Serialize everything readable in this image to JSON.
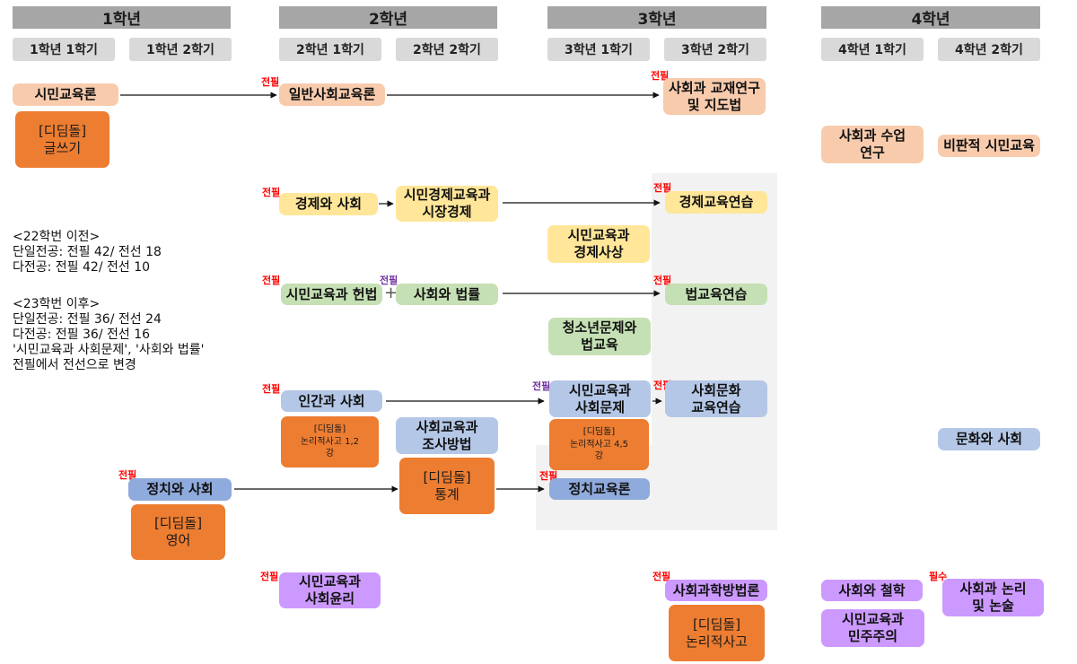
{
  "years": [
    "1학년",
    "2학년",
    "3학년",
    "4학년"
  ],
  "semesters": [
    "1학년 1학기",
    "1학년 2학기",
    "2학년 1학기",
    "2학년 2학기",
    "3학년 1학기",
    "3학년 2학기",
    "4학년 1학기",
    "4학년 2학기"
  ],
  "courses": {
    "c1": "시민교육론",
    "c2": "[디딤돌]\n글쓰기",
    "c3": "일반사회교육론",
    "c4": "사회과 교재연구\n및 지도법",
    "c5": "사회과 수업\n연구",
    "c6": "비판적 시민교육",
    "c7": "경제와 사회",
    "c8": "시민경제교육과\n시장경제",
    "c9": "경제교육연습",
    "c10": "시민교육과\n경제사상",
    "c11": "시민교육과 헌법",
    "c12": "사회와 법률",
    "c13": "법교육연습",
    "c14": "청소년문제와\n법교육",
    "c15": "인간과 사회",
    "c16": "[디딤돌]\n논리적사고 1,2\n강",
    "c17": "사회교육과\n조사방법",
    "c18": "시민교육과\n사회문제",
    "c19": "[디딤돌]\n논리적사고 4,5\n강",
    "c20": "사회문화\n교육연습",
    "c21": "문화와 사회",
    "c22": "정치와 사회",
    "c23": "[디딤돌]\n영어",
    "c24": "[디딤돌]\n통계",
    "c25": "정치교육론",
    "c26": "시민교육과\n사회윤리",
    "c27": "사회과학방법론",
    "c28": "[디딤돌]\n논리적사고",
    "c29": "사회와 철학",
    "c30": "시민교육과\n민주주의",
    "c31": "사회과 논리\n및 논술"
  },
  "tags": {
    "jp": "전필",
    "req": "필수"
  },
  "notes": {
    "n1_title": "<22학번 이전>",
    "n1_l1": "단일전공: 전필 42/ 전선 18",
    "n1_l2": "다전공: 전필 42/ 전선 10",
    "n2_title": "<23학번 이후>",
    "n2_l1": "단일전공: 전필 36/ 전선 24",
    "n2_l2": "다전공: 전필 36/ 전선 16",
    "n2_l3": "'시민교육과 사회문제', '사회와 법률'",
    "n2_l4": "전필에서 전선으로 변경"
  },
  "plus_sign": "+",
  "colors": {
    "year_header": "#a6a6a6",
    "semester_header": "#d9d9d9",
    "peach": "#f8cbad",
    "orange": "#ed7d31",
    "yellow": "#ffe699",
    "green": "#c5e0b4",
    "blue": "#b4c7e7",
    "blue_dark": "#8faadc",
    "purple": "#cc99ff",
    "tag_red": "#ff0000",
    "tag_violet": "#7030a0",
    "shaded_area": "#f2f2f2"
  }
}
